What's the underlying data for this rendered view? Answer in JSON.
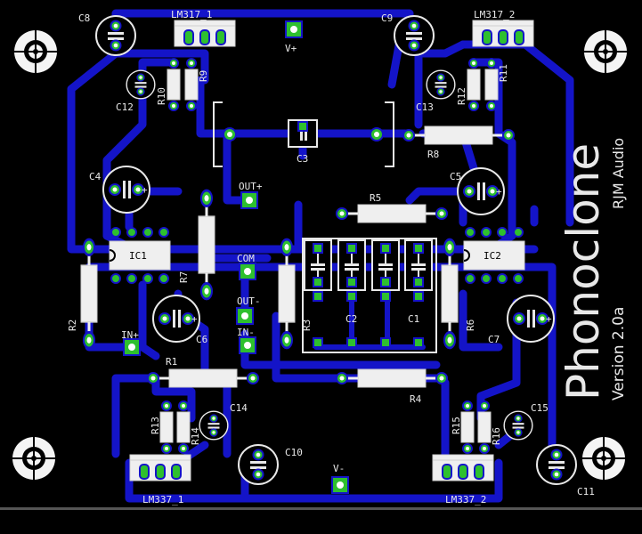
{
  "board": {
    "title": "Phonoclone",
    "maker": "RJM Audio",
    "version": "Version 2.0a",
    "colors": {
      "background": "#000000",
      "copper": "#1414c8",
      "pad": "#2ec02e",
      "silkscreen": "#e8e8e8"
    }
  },
  "regulators": {
    "lm317_1": "LM317_1",
    "lm317_2": "LM317_2",
    "lm337_1": "LM337_1",
    "lm337_2": "LM337_2"
  },
  "ics": {
    "ic1": "IC1",
    "ic2": "IC2"
  },
  "capacitors": {
    "c1": "C1",
    "c2": "C2",
    "c3": "C3",
    "c4": "C4",
    "c5": "C5",
    "c6": "C6",
    "c7": "C7",
    "c8": "C8",
    "c9": "C9",
    "c10": "C10",
    "c11": "C11",
    "c12": "C12",
    "c13": "C13",
    "c14": "C14",
    "c15": "C15"
  },
  "resistors": {
    "r1": "R1",
    "r2": "R2",
    "r3": "R3",
    "r4": "R4",
    "r5": "R5",
    "r6": "R6",
    "r7": "R7",
    "r8": "R8",
    "r9": "R9",
    "r10": "R10",
    "r11": "R11",
    "r12": "R12",
    "r13": "R13",
    "r14": "R14",
    "r15": "R15",
    "r16": "R16"
  },
  "connectors": {
    "vplus": "V+",
    "vminus": "V-",
    "outplus": "OUT+",
    "com": "COM",
    "outminus": "OUT-",
    "inplus": "IN+",
    "inminus": "IN-"
  }
}
